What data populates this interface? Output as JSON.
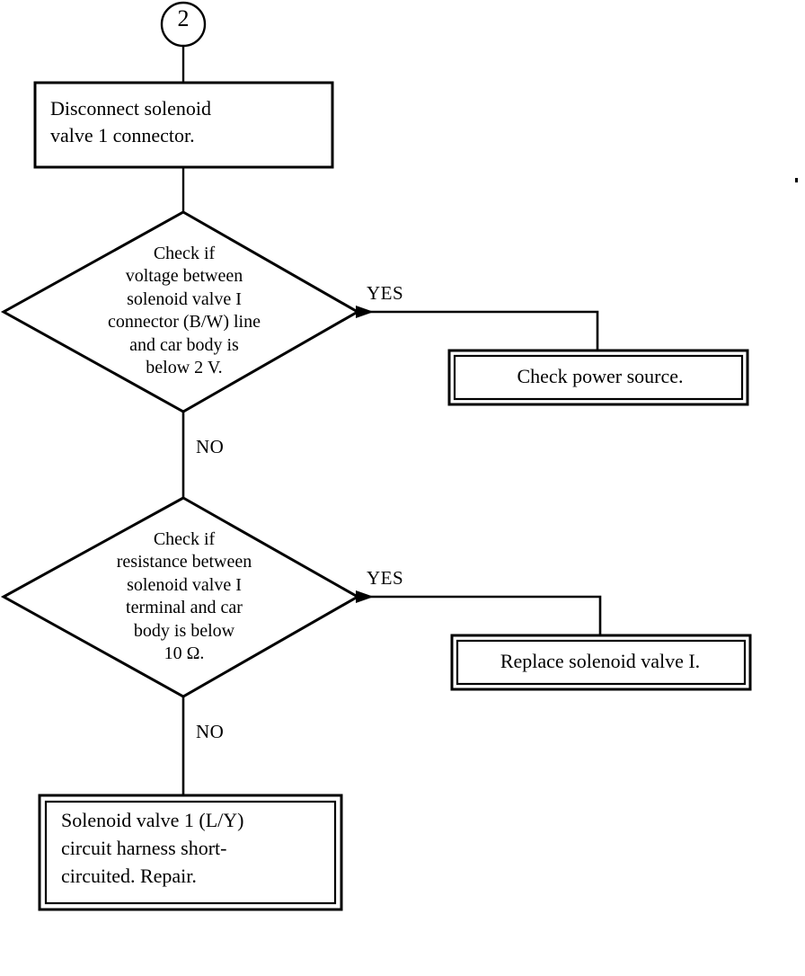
{
  "document": {
    "type": "troubleshooting-flowchart",
    "orientation": "top-to-bottom"
  },
  "connector": {
    "label": "2",
    "shape": "circle"
  },
  "nodes": {
    "process_disconnect": {
      "shape": "rectangle",
      "text": "Disconnect solenoid\nvalve 1 connector."
    },
    "decision_voltage": {
      "shape": "diamond",
      "text": "Check if\nvoltage between\nsolenoid valve I\nconnector (B/W) line\nand car body is\nbelow 2 V."
    },
    "terminal_power_source": {
      "shape": "double-rectangle",
      "text": "Check power source."
    },
    "decision_resistance": {
      "shape": "diamond",
      "text": "Check if\nresistance between\nsolenoid valve I\nterminal and car\nbody is below\n10 Ω."
    },
    "terminal_replace_valve": {
      "shape": "double-rectangle",
      "text": "Replace solenoid valve I."
    },
    "terminal_repair_harness": {
      "shape": "double-rectangle",
      "text": "Solenoid valve 1 (L/Y)\ncircuit harness short-\ncircuited.  Repair."
    }
  },
  "branches": {
    "voltage_yes": "YES",
    "voltage_no": "NO",
    "resistance_yes": "YES",
    "resistance_no": "NO"
  },
  "colors": {
    "ink": "#000000",
    "paper": "#ffffff"
  }
}
